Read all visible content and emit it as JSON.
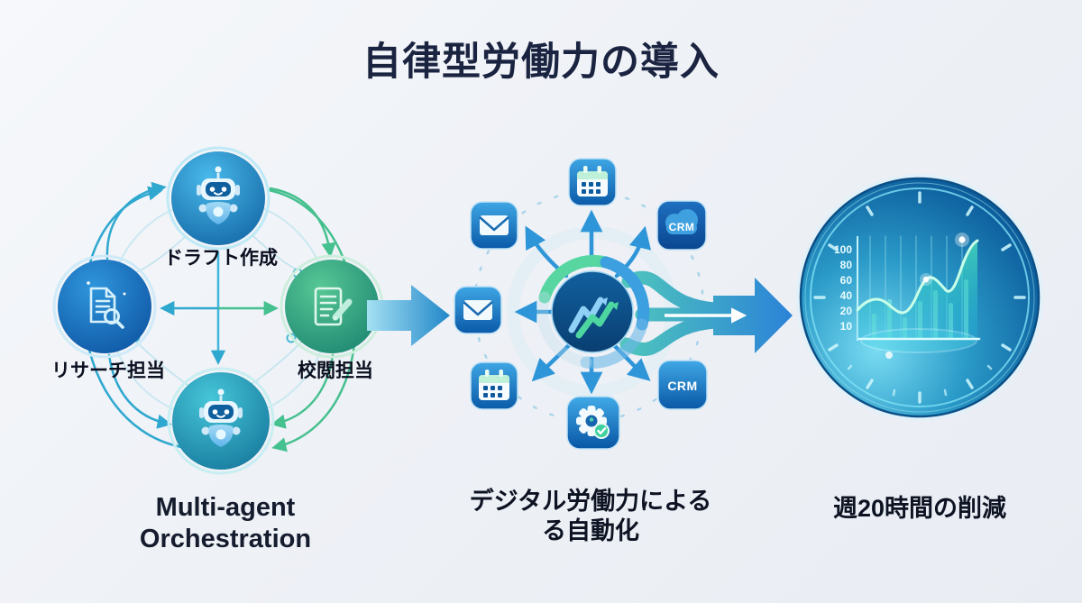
{
  "title": "自律型労働力の導入",
  "left_section": {
    "caption_line1": "Multi-agent",
    "caption_line2": "Orchestration",
    "agents": {
      "draft": {
        "label": "ドラフト作成"
      },
      "research": {
        "label": "リサーチ担当"
      },
      "review": {
        "label": "校閲担当"
      }
    }
  },
  "middle_section": {
    "caption_line1": "デジタル労働力による",
    "caption_line2": "る自動化",
    "crm_cloud_label": "CRM",
    "crm_badge_label": "CRM"
  },
  "right_section": {
    "caption": "週20時間の削減",
    "gauge": {
      "axis_labels": [
        "100",
        "80",
        "60",
        "40",
        "20",
        "10"
      ]
    }
  },
  "icons": {
    "draft_agent": "robot",
    "orchestrator_agent": "robot",
    "research_agent": "document-magnifier",
    "review_agent": "document-pencil",
    "middle_ring": [
      "mail",
      "calendar",
      "crm-cloud",
      "mail",
      "calendar",
      "gear-check",
      "crm"
    ],
    "middle_center": "trending-up-arrows",
    "right": "gauge-chart"
  },
  "colors": {
    "background": "#eef1f6",
    "title_text": "#1a2340",
    "label_text": "#0b1020",
    "teal_connector": "#2fa8cf",
    "green_connector": "#45c08f",
    "blue_arrow": "#2e96d8",
    "icon_blue": "#0d5fae",
    "gauge_blue": "#0b5a9a",
    "chart_green": "#49e0b8"
  }
}
